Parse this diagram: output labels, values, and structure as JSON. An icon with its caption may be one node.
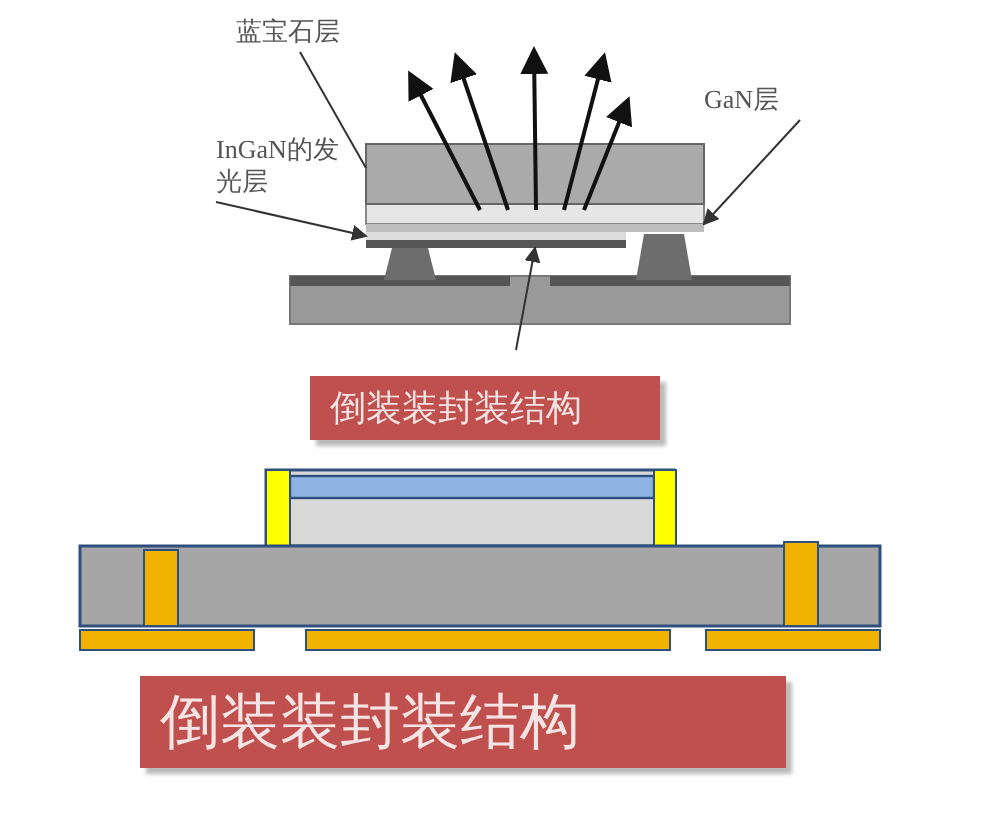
{
  "diagram": {
    "nodes": [
      {
        "text": [
          "蓝宝石层"
        ]
      },
      {
        "text": [
          "InGaN的发光层"
        ]
      },
      {
        "text": [
          "GaN层"
        ]
      },
      {
        "text": [],
        "shape": "box"
      },
      {
        "text": [],
        "shape": "bar"
      },
      {
        "text": [],
        "shape": "bar"
      },
      {
        "text": [],
        "shape": "bar"
      },
      {
        "text": [
          "倒装装封装结构"
        ]
      },
      {
        "text": [
          "倒装装封装结构"
        ]
      }
    ],
    "edges": [
      {
        "from": 0,
        "to": 3,
        "arrow": "none"
      },
      {
        "from": 1,
        "to": 5,
        "arrow": "to"
      },
      {
        "from": 2,
        "to": 4,
        "arrow": "to"
      },
      {
        "from": null,
        "to": 6,
        "arrow": "to"
      }
    ]
  }
}
